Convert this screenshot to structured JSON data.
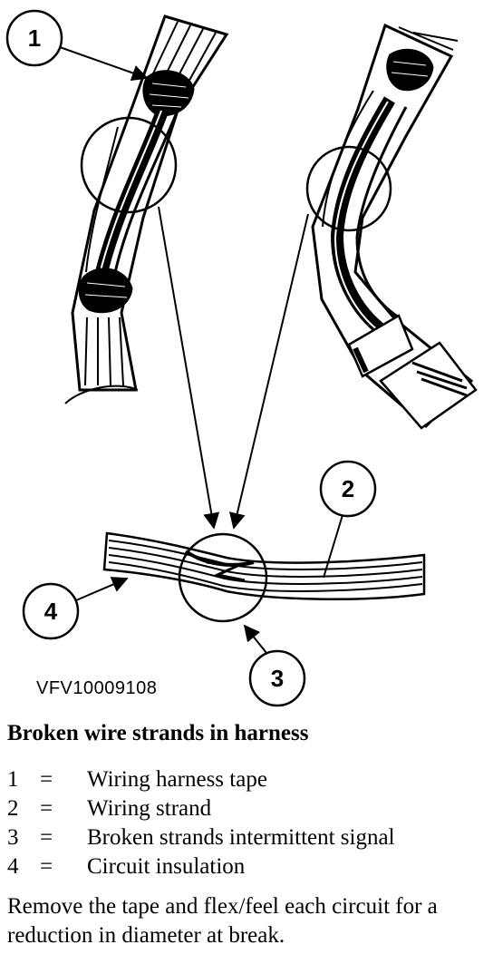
{
  "figure_code": "VFV10009108",
  "caption": "Broken wire strands in harness",
  "callouts": [
    "1",
    "2",
    "3",
    "4"
  ],
  "legend": [
    {
      "num": "1",
      "eq": "=",
      "text": "Wiring harness tape"
    },
    {
      "num": "2",
      "eq": "=",
      "text": "Wiring strand"
    },
    {
      "num": "3",
      "eq": "=",
      "text": "Broken strands intermittent signal"
    },
    {
      "num": "4",
      "eq": "=",
      "text": "Circuit insulation"
    }
  ],
  "note": "Remove the tape and flex/feel each circuit for a reduction in diameter at break."
}
